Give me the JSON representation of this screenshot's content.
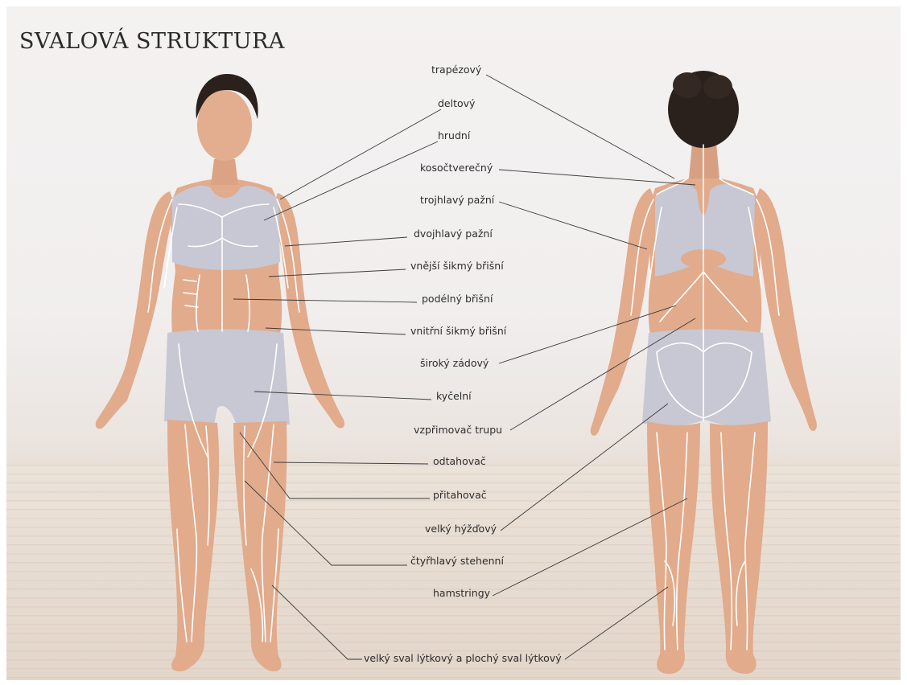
{
  "title": "SVALOVÁ STRUKTURA",
  "labels": {
    "trapezovy": "trapézový",
    "deltovy": "deltový",
    "hrudni": "hrudní",
    "kosoctverecny": "kosočtverečný",
    "trojhlavy_pazni": "trojhlavý pažní",
    "dvojhlavy_pazni": "dvojhlavý pažní",
    "vnejsi_sikmy_brisni": "vnější šikmý břišní",
    "podelny_brisni": "podélný břišní",
    "vnitrni_sikmy_brisni": "vnitřní šikmý břišní",
    "siroky_zadovy": "široký zádový",
    "kycelni": "kyčelní",
    "vzprimovac_trupu": "vzpřimovač trupu",
    "odtahovac": "odtahovač",
    "pritahovac": "přitahovač",
    "velky_hyzdovy": "velký hýžďový",
    "ctyrhlavy_stehenni": "čtyřhlavý stehenní",
    "hamstringy": "hamstringy",
    "lytkovy": "velký sval lýtkový a plochý sval lýtkový"
  },
  "colors": {
    "skin": "#e1ab8c",
    "clothing": "#c7c8d3",
    "hair": "#2a211d",
    "leader": "#3a3a3a",
    "muscle_outline": "#ffffff"
  }
}
